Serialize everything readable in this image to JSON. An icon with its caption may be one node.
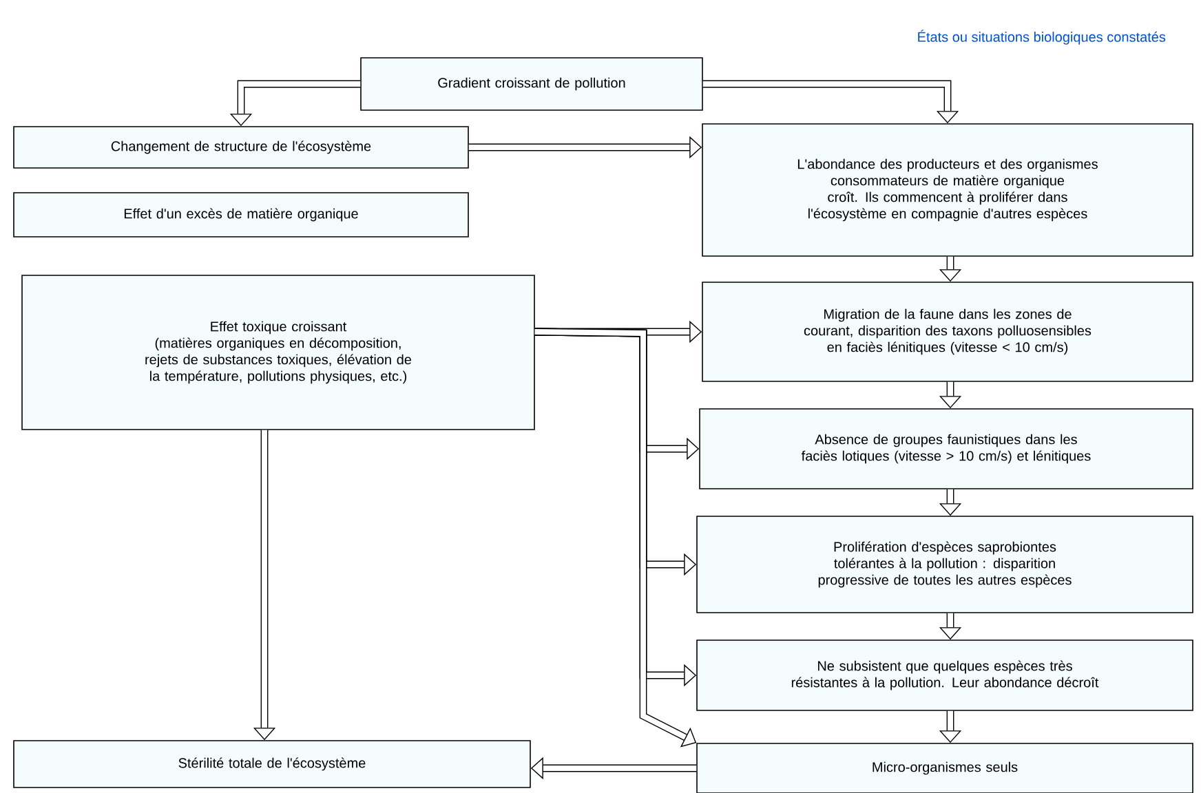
{
  "diagram": {
    "title": "États ou situations biologiques constatés",
    "nodes": [
      {
        "text": [
          "Gradient croissant de pollution"
        ]
      },
      {
        "text": [
          "Changement de structure de l'écosystème"
        ]
      },
      {
        "text": [
          "Effet d'un excès de matière organique"
        ]
      },
      {
        "text": [
          "L'abondance des producteurs et des organismes consommateurs de matière organique croît. Ils commencent à proliférer dans l'écosystème en compagnie d'autres espèces"
        ]
      },
      {
        "text": [
          "Effet toxique croissant",
          "(matières organiques en décomposition, rejets de substances toxiques, élévation de la température, pollutions physiques, etc.)"
        ]
      },
      {
        "text": [
          "Migration de la faune dans les zones de courant, disparition des taxons polluosensibles en faciès lénitiques (vitesse < 10 cm/s)"
        ]
      },
      {
        "text": [
          "Absence de groupes faunistiques dans les faciès lotiques (vitesse > 10 cm/s) et lénitiques"
        ]
      },
      {
        "text": [
          "Prolifération d'espèces saprobiontes tolérantes à la pollution : disparition progressive de toutes les autres espèces"
        ]
      },
      {
        "text": [
          "Ne subsistent que quelques espèces très résistantes à la pollution. Leur abondance décroît"
        ]
      },
      {
        "text": [
          "Stérilité totale de l'écosystème"
        ]
      },
      {
        "text": [
          "Micro-organismes seuls"
        ]
      }
    ],
    "edges": [
      {
        "from": 0,
        "to": 1,
        "arrow": "to"
      },
      {
        "from": 0,
        "to": 3,
        "arrow": "to"
      },
      {
        "from": 1,
        "to": 3,
        "arrow": "to"
      },
      {
        "from": 3,
        "to": 5,
        "arrow": "to"
      },
      {
        "from": 5,
        "to": 6,
        "arrow": "to"
      },
      {
        "from": 6,
        "to": 7,
        "arrow": "to"
      },
      {
        "from": 7,
        "to": 8,
        "arrow": "to"
      },
      {
        "from": 8,
        "to": 10,
        "arrow": "to"
      },
      {
        "from": 4,
        "to": 5,
        "arrow": "to"
      },
      {
        "from": 4,
        "to": 6,
        "arrow": "to"
      },
      {
        "from": 4,
        "to": 7,
        "arrow": "to"
      },
      {
        "from": 4,
        "to": 8,
        "arrow": "to"
      },
      {
        "from": 4,
        "to": 10,
        "arrow": "to"
      },
      {
        "from": 4,
        "to": 9,
        "arrow": "to"
      },
      {
        "from": 10,
        "to": 9,
        "arrow": "to"
      }
    ]
  }
}
